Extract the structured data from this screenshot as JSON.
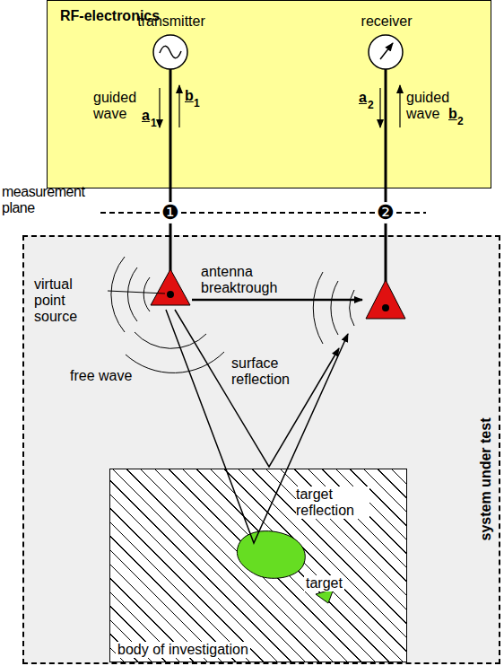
{
  "diagram": {
    "nodes": [
      {
        "text": [
          "RF-electronics"
        ]
      },
      {
        "text": [
          "transmitter"
        ],
        "in": 0
      },
      {
        "text": [
          "receiver"
        ],
        "in": 0
      },
      {
        "text": [
          "system under test"
        ]
      },
      {
        "text": [
          "body of investigation"
        ],
        "in": 3
      },
      {
        "text": [
          "target"
        ],
        "in": 4
      }
    ],
    "labels": [
      "guided wave",
      "a",
      "1",
      "b",
      "1",
      "a",
      "2",
      "guided wave",
      "b",
      "2",
      "measurement plane",
      "❶",
      "❷",
      "virtual point source",
      "antenna breaktrough",
      "free wave",
      "surface reflection",
      "target reflection"
    ]
  }
}
